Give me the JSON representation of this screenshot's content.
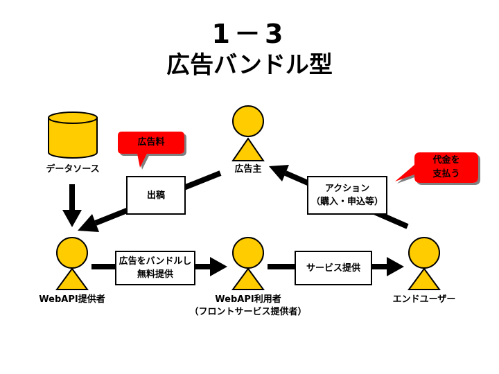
{
  "title": {
    "line1": "1－3",
    "line2": "広告バンドル型"
  },
  "nodes": {
    "data_source": "データソース",
    "advertiser": "広告主",
    "webapi_provider": "WebAPI提供者",
    "webapi_user_line1": "WebAPI利用者",
    "webapi_user_line2": "（フロントサービス提供者）",
    "end_user": "エンドユーザー"
  },
  "boxes": {
    "submission": "出稿",
    "action_line1": "アクション",
    "action_line2": "（購入・申込等）",
    "bundle_line1": "広告をバンドルし",
    "bundle_line2": "無料提供",
    "service": "サービス提供"
  },
  "callouts": {
    "ad_fee": "広告料",
    "payment_line1": "代金を",
    "payment_line2": "支払う"
  },
  "colors": {
    "person_fill": "#ffcc00",
    "callout_fill": "#ff0000",
    "arrow": "#000000"
  }
}
